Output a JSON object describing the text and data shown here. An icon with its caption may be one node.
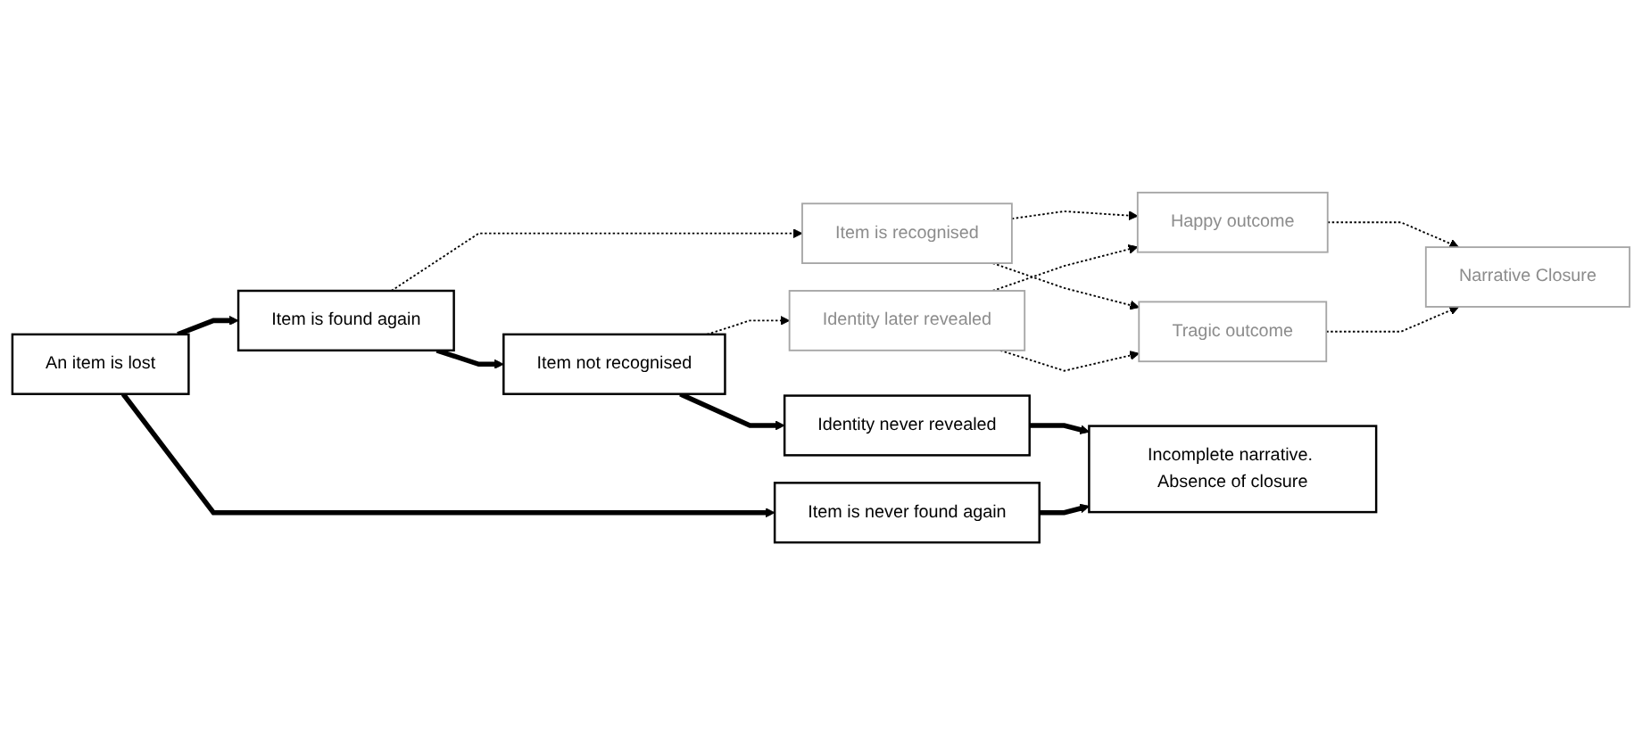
{
  "diagram": {
    "nodes": [
      {
        "text": [
          "An item is lost"
        ]
      },
      {
        "text": [
          "Item is found again"
        ]
      },
      {
        "text": [
          "Item is never found again"
        ]
      },
      {
        "text": [
          "Item is recognised"
        ]
      },
      {
        "text": [
          "Item not recognised"
        ]
      },
      {
        "text": [
          "Identity later revealed"
        ]
      },
      {
        "text": [
          "Identity never revealed"
        ]
      },
      {
        "text": [
          "Happy outcome"
        ]
      },
      {
        "text": [
          "Tragic outcome"
        ]
      },
      {
        "text": [
          "Narrative Closure"
        ]
      },
      {
        "text": [
          "Incomplete narrative. Absence of closure"
        ]
      }
    ],
    "edges": [
      {
        "from": 0,
        "to": 1,
        "arrow": "to",
        "style": "thick"
      },
      {
        "from": 0,
        "to": 2,
        "arrow": "to",
        "style": "thick"
      },
      {
        "from": 1,
        "to": 3,
        "arrow": "to",
        "style": "dashed"
      },
      {
        "from": 1,
        "to": 4,
        "arrow": "to",
        "style": "thick"
      },
      {
        "from": 3,
        "to": 7,
        "arrow": "to",
        "style": "dashed"
      },
      {
        "from": 3,
        "to": 8,
        "arrow": "to",
        "style": "dashed"
      },
      {
        "from": 4,
        "to": 5,
        "arrow": "to",
        "style": "dashed"
      },
      {
        "from": 4,
        "to": 6,
        "arrow": "to",
        "style": "thick"
      },
      {
        "from": 5,
        "to": 7,
        "arrow": "to",
        "style": "dashed"
      },
      {
        "from": 5,
        "to": 8,
        "arrow": "to",
        "style": "dashed"
      },
      {
        "from": 7,
        "to": 9,
        "arrow": "to",
        "style": "dashed"
      },
      {
        "from": 8,
        "to": 9,
        "arrow": "to",
        "style": "dashed"
      },
      {
        "from": 6,
        "to": 10,
        "arrow": "to",
        "style": "thick"
      },
      {
        "from": 2,
        "to": 10,
        "arrow": "to",
        "style": "thick"
      }
    ]
  }
}
